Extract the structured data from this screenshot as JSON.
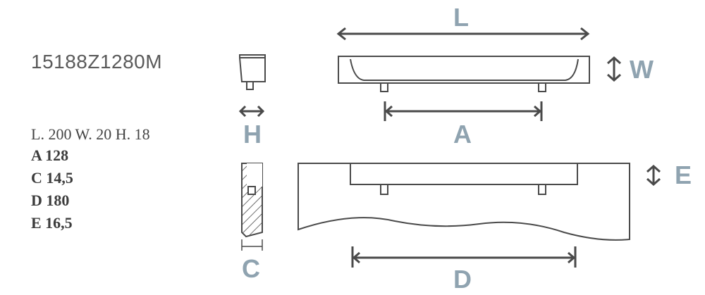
{
  "product": {
    "code": "15188Z1280M",
    "dimensions": "L. 200 W. 20 H. 18",
    "specs": [
      "A 128",
      "C 14,5",
      "D 180",
      "E 16,5"
    ]
  },
  "labels": {
    "L": "L",
    "W": "W",
    "H": "H",
    "A": "A",
    "C": "C",
    "D": "D",
    "E": "E"
  },
  "colors": {
    "line": "#4a4a4a",
    "letter": "#8fa3b0",
    "text": "#5a5a5a"
  }
}
